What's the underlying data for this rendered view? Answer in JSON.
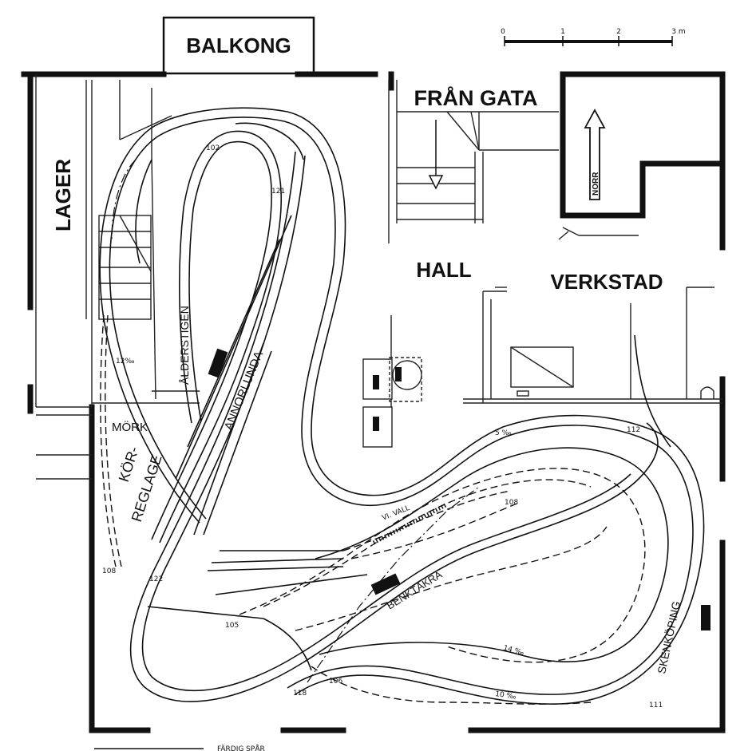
{
  "rooms": {
    "balcony": "BALKONG",
    "storage": "LAGER",
    "from_street": "FRÅN GATA",
    "hall": "HALL",
    "workshop": "VERKSTAD",
    "north": "NORR"
  },
  "scale_bar": {
    "ticks": [
      "0",
      "1",
      "2",
      "3 m"
    ]
  },
  "stations": {
    "annorlunda": "ANNORLUNDA",
    "alderstigen": "ÅLDERSTIGEN",
    "benktakra": "BENKTÅKRA",
    "skenkoping": "SKENKÖPING"
  },
  "control": {
    "line1": "MÖRK",
    "line2": "KÖR-",
    "line3": "REGLAGE"
  },
  "misc": {
    "vallen": "VI. VALL"
  },
  "gradients": {
    "g1": "12‰",
    "g2": "5 ‰",
    "g3": "14 ‰",
    "g4": "10 ‰"
  },
  "track_numbers": {
    "n102": "102",
    "n121": "121",
    "n112": "112",
    "n108a": "108",
    "n108b": "108",
    "n122": "122",
    "n105": "105",
    "n118": "118",
    "n106": "106",
    "n111": "111"
  },
  "legend": {
    "text": "FÄRDIG SPÅR"
  }
}
